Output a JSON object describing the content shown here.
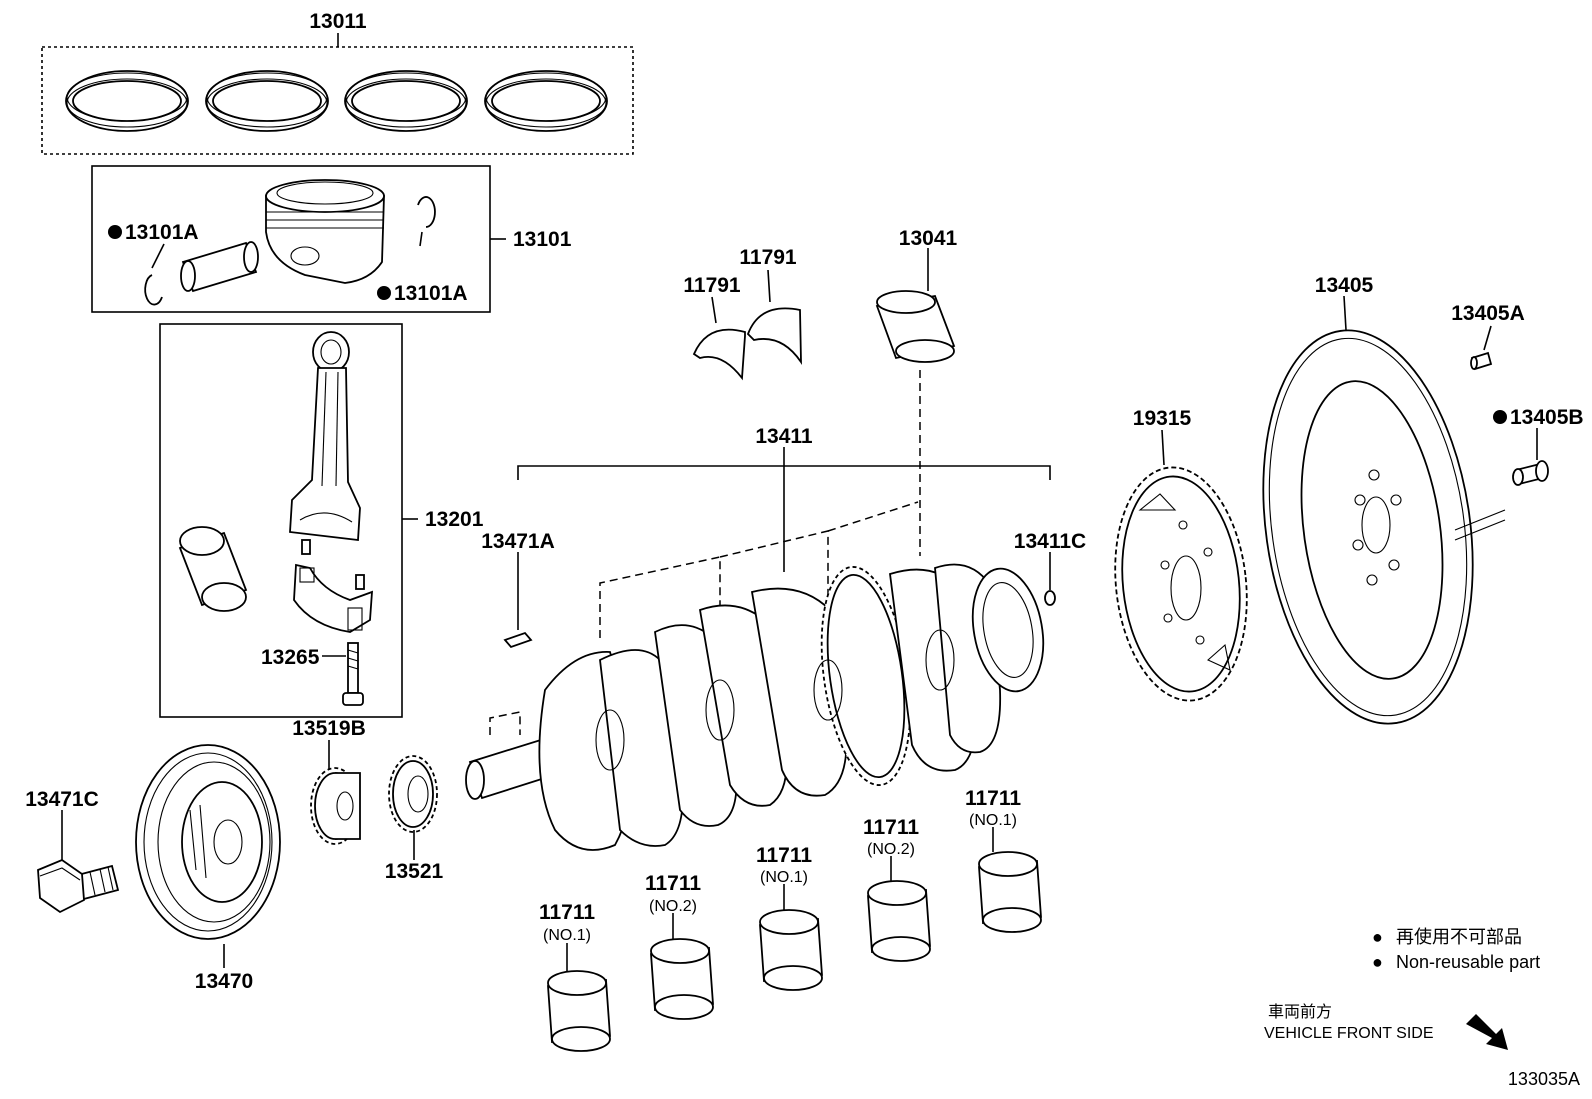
{
  "labels": {
    "piston_ring_set": "13011",
    "piston_sub_assy": "13101",
    "snap_ring_left": "13101A",
    "snap_ring_right": "13101A",
    "thrust_washer_a": "11791",
    "thrust_washer_b": "11791",
    "con_rod_bushing": "13041",
    "flywheel": "13405",
    "flywheel_pin": "13405A",
    "flywheel_bolt": "13405B",
    "signal_plate": "19315",
    "crankshaft": "13411",
    "crank_key": "13471A",
    "crank_plug": "13411C",
    "connecting_rod": "13201",
    "con_rod_bolt": "13265",
    "crank_sprocket": "13519B",
    "crank_gear": "13521",
    "pulley_bolt": "13471C",
    "crank_pulley": "13470",
    "bearing_1": "11711",
    "bearing_1_sub": "(NO.1)",
    "bearing_2": "11711",
    "bearing_2_sub": "(NO.2)",
    "bearing_3": "11711",
    "bearing_3_sub": "(NO.1)",
    "bearing_4": "11711",
    "bearing_4_sub": "(NO.2)",
    "bearing_5": "11711",
    "bearing_5_sub": "(NO.1)"
  },
  "legend": {
    "symbol": "●",
    "japanese": "再使用不可部品",
    "english": "Non-reusable part"
  },
  "direction": {
    "japanese": "車両前方",
    "english": "VEHICLE FRONT SIDE"
  },
  "figure_code": "133035A"
}
